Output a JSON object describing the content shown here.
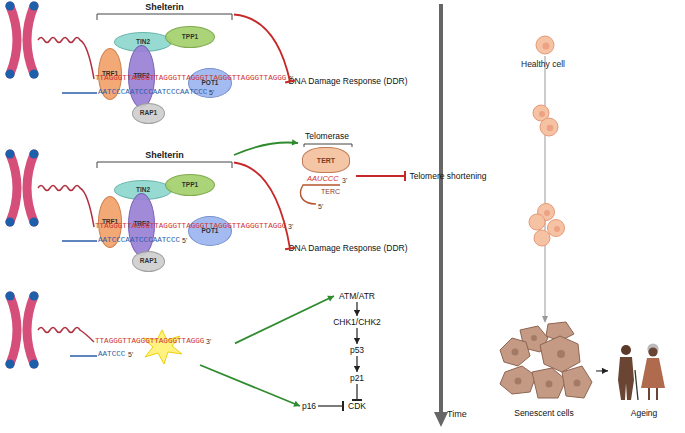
{
  "diagram": {
    "nodes": [
      {
        "text": [
          "Shelterin"
        ]
      },
      {
        "text": [
          "TIN2"
        ],
        "in": 0
      },
      {
        "text": [
          "TPP1"
        ],
        "in": 0
      },
      {
        "text": [
          "TRF1"
        ],
        "in": 0
      },
      {
        "text": [
          "TRF2"
        ],
        "in": 0
      },
      {
        "text": [
          "POT1"
        ],
        "in": 0
      },
      {
        "text": [
          "RAP1"
        ],
        "in": 0
      },
      {
        "text": [
          "DNA Damage Response (DDR)"
        ]
      },
      {
        "text": [
          "Shelterin"
        ]
      },
      {
        "text": [
          "TIN2"
        ],
        "in": 8
      },
      {
        "text": [
          "TPP1"
        ],
        "in": 8
      },
      {
        "text": [
          "TRF1"
        ],
        "in": 8
      },
      {
        "text": [
          "TRF2"
        ],
        "in": 8
      },
      {
        "text": [
          "POT1"
        ],
        "in": 8
      },
      {
        "text": [
          "RAP1"
        ],
        "in": 8
      },
      {
        "text": [
          "Telomerase"
        ]
      },
      {
        "text": [
          "TERT"
        ],
        "in": 15
      },
      {
        "text": [
          "Telomere shortening"
        ]
      },
      {
        "text": [
          "DNA Damage Response (DDR)"
        ]
      },
      {
        "text": [
          "TTAGGGTTAGGGTTAGGGTTAGGG",
          "3'",
          "AATCCC",
          "5'"
        ]
      },
      {
        "text": [
          "ATM/ATR"
        ]
      },
      {
        "text": [
          "CHK1/CHK2"
        ]
      },
      {
        "text": [
          "p53"
        ]
      },
      {
        "text": [
          "p21"
        ]
      },
      {
        "text": [
          "CDK"
        ]
      },
      {
        "text": [
          "p16"
        ]
      },
      {
        "text": [
          "Senescent cells"
        ]
      },
      {
        "text": [
          "Ageing"
        ]
      }
    ],
    "edges": [
      {
        "from": 0,
        "to": 7,
        "arrow": "to"
      },
      {
        "from": 8,
        "to": 15,
        "arrow": "to"
      },
      {
        "from": 8,
        "to": 18,
        "arrow": "to"
      },
      {
        "from": 15,
        "to": 17,
        "arrow": "to"
      },
      {
        "from": 19,
        "to": 20,
        "arrow": "to"
      },
      {
        "from": 19,
        "to": 25,
        "arrow": "to"
      },
      {
        "from": 20,
        "to": 21,
        "arrow": "to"
      },
      {
        "from": 21,
        "to": 22,
        "arrow": "to"
      },
      {
        "from": 22,
        "to": 23,
        "arrow": "to"
      },
      {
        "from": 23,
        "to": 24,
        "arrow": "to"
      },
      {
        "from": 25,
        "to": 24,
        "arrow": "to"
      },
      {
        "from": 26,
        "to": 27,
        "arrow": "to"
      }
    ],
    "labels": [
      "TTAGGGTTAGGGTTAGGGTTAGGGTTAGGGTTAGGGTTAGGG",
      "3'",
      "AATCCCAATCCCAATCCCAATCCC",
      "5'",
      "TTAGGGTTAGGGTTAGGGTTAGGGTTAGGGTTAGGGTTAGGG",
      "3'",
      "AATCCCAATCCCAATCCC",
      "5'",
      "AAUCCC",
      "TERC",
      "3'",
      "5'",
      "Healthy cell",
      "Time"
    ]
  }
}
